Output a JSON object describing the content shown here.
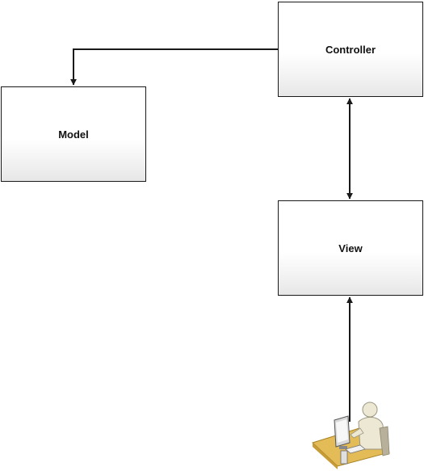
{
  "diagram": {
    "nodes": {
      "controller": {
        "label": "Controller"
      },
      "model": {
        "label": "Model"
      },
      "view": {
        "label": "View"
      },
      "user": {
        "icon": "user-at-computer-icon"
      }
    },
    "edges": [
      {
        "from": "controller",
        "to": "model",
        "direction": "one-way"
      },
      {
        "from": "controller",
        "to": "view",
        "direction": "two-way"
      },
      {
        "from": "user",
        "to": "view",
        "direction": "one-way"
      }
    ],
    "colors": {
      "line": "#1a1a1a",
      "box_gradient_bottom": "#e6e7e6",
      "desk": "#e3bb57",
      "person": "#ece8d4"
    }
  }
}
